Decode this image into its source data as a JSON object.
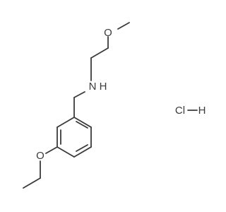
{
  "molecule": {
    "atom_labels": {
      "oxygen_methoxy": "O",
      "nitrogen": "N",
      "hydrogen_on_n": "H",
      "oxygen_ethoxy": "O"
    },
    "salt": {
      "chlorine": "Cl",
      "hydrogen": "H"
    }
  },
  "colors": {
    "line": "#3a3a3a",
    "background": "#ffffff"
  }
}
